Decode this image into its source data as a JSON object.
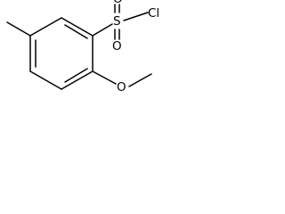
{
  "molecule": {
    "atoms": {
      "sulfur": "S",
      "oxygen_top": "O",
      "oxygen_bottom": "O",
      "chlorine": "Cl",
      "oxygen_methoxy": "O"
    },
    "colors": {
      "bond": "#000000",
      "label": "#000000",
      "background": "#ffffff"
    }
  }
}
